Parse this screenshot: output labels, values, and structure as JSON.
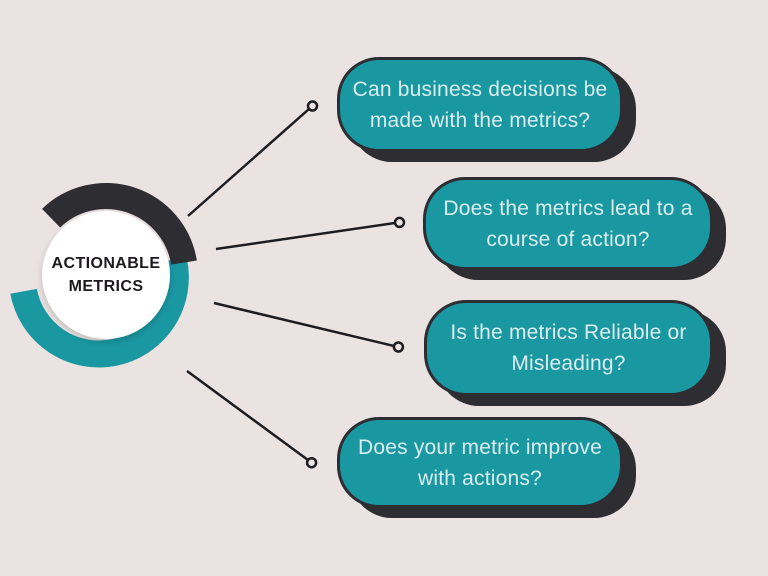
{
  "colors": {
    "background": "#ebe3e2",
    "teal_accent": "#1a98a2",
    "outline_dark": "#2e2d32",
    "connector_dark": "#1d1c21",
    "box_text": "#daeced",
    "center_circle_fill": "#ffffff",
    "center_text": "#1c1a1d"
  },
  "center": {
    "line1": "ACTIONABLE",
    "line2": "METRICS"
  },
  "boxes": [
    {
      "label": "Can business decisions be\nmade with the metrics?"
    },
    {
      "label": "Does the metrics lead to a\ncourse of action?"
    },
    {
      "label": "Is the metrics Reliable or\nMisleading?"
    },
    {
      "label": "Does your metric improve\nwith actions?"
    }
  ]
}
